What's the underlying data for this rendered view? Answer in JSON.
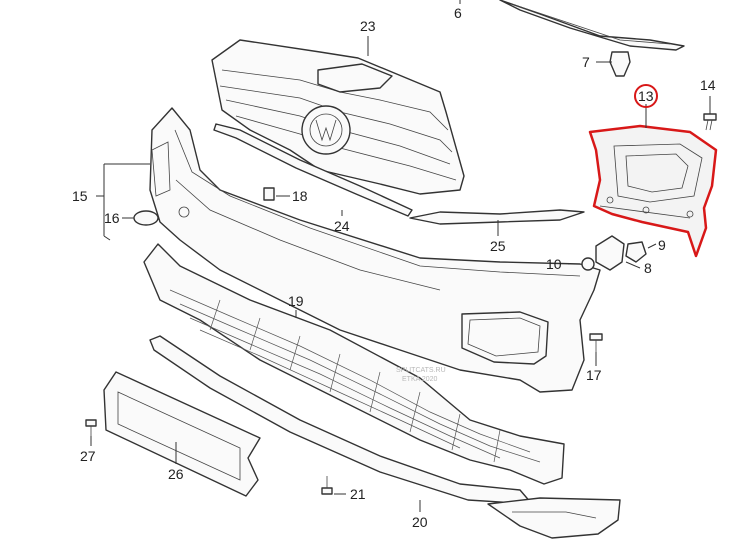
{
  "diagram": {
    "highlight_color": "#d81818",
    "callouts": [
      {
        "id": "c6",
        "text": "6"
      },
      {
        "id": "c23",
        "text": "23"
      },
      {
        "id": "c7",
        "text": "7"
      },
      {
        "id": "c14",
        "text": "14"
      },
      {
        "id": "c13",
        "text": "13"
      },
      {
        "id": "c15",
        "text": "15"
      },
      {
        "id": "c16",
        "text": "16"
      },
      {
        "id": "c18",
        "text": "18"
      },
      {
        "id": "c24",
        "text": "24"
      },
      {
        "id": "c25",
        "text": "25"
      },
      {
        "id": "c10",
        "text": "10"
      },
      {
        "id": "c9",
        "text": "9"
      },
      {
        "id": "c8",
        "text": "8"
      },
      {
        "id": "c19",
        "text": "19"
      },
      {
        "id": "c17",
        "text": "17"
      },
      {
        "id": "c27",
        "text": "27"
      },
      {
        "id": "c26",
        "text": "26"
      },
      {
        "id": "c21",
        "text": "21"
      },
      {
        "id": "c20",
        "text": "20"
      }
    ],
    "watermark": {
      "line1": "SPLITCATS.RU",
      "line2": "ETKA 2020"
    }
  }
}
